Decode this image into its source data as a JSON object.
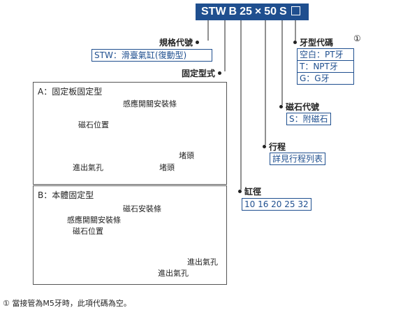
{
  "header": {
    "parts": [
      "STW",
      "B",
      "25",
      "×",
      "50",
      "S"
    ]
  },
  "labels": {
    "spec_code": "規格代號",
    "spec_value": "STW：滑臺氣缸(復動型)",
    "mount_type": "固定型式",
    "thread_code": "牙型代碼",
    "thread_note_mark": "①",
    "thread_options": [
      "空白：PT牙",
      "T：NPT牙",
      "G：G牙"
    ],
    "magnet_code": "磁石代號",
    "magnet_value": "S：附磁石",
    "stroke": "行程",
    "stroke_value": "詳見行程列表",
    "bore": "缸徑",
    "bore_values": "10 16 20 25 32"
  },
  "panel_a": {
    "title": "A：固定板固定型",
    "callouts": {
      "sensor_rail": "感應開關安裝條",
      "magnet_pos": "磁石位置",
      "port": "進出氣孔",
      "plug_1": "堵頭",
      "plug_2": "堵頭"
    }
  },
  "panel_b": {
    "title": "B：本體固定型",
    "callouts": {
      "magnet_rail": "磁石安裝條",
      "sensor_rail": "感應開關安裝條",
      "magnet_pos": "磁石位置",
      "port_1": "進出氣孔",
      "port_2": "進出氣孔"
    }
  },
  "footnote": "① 當接管為M5牙時，此項代碼為空。"
}
